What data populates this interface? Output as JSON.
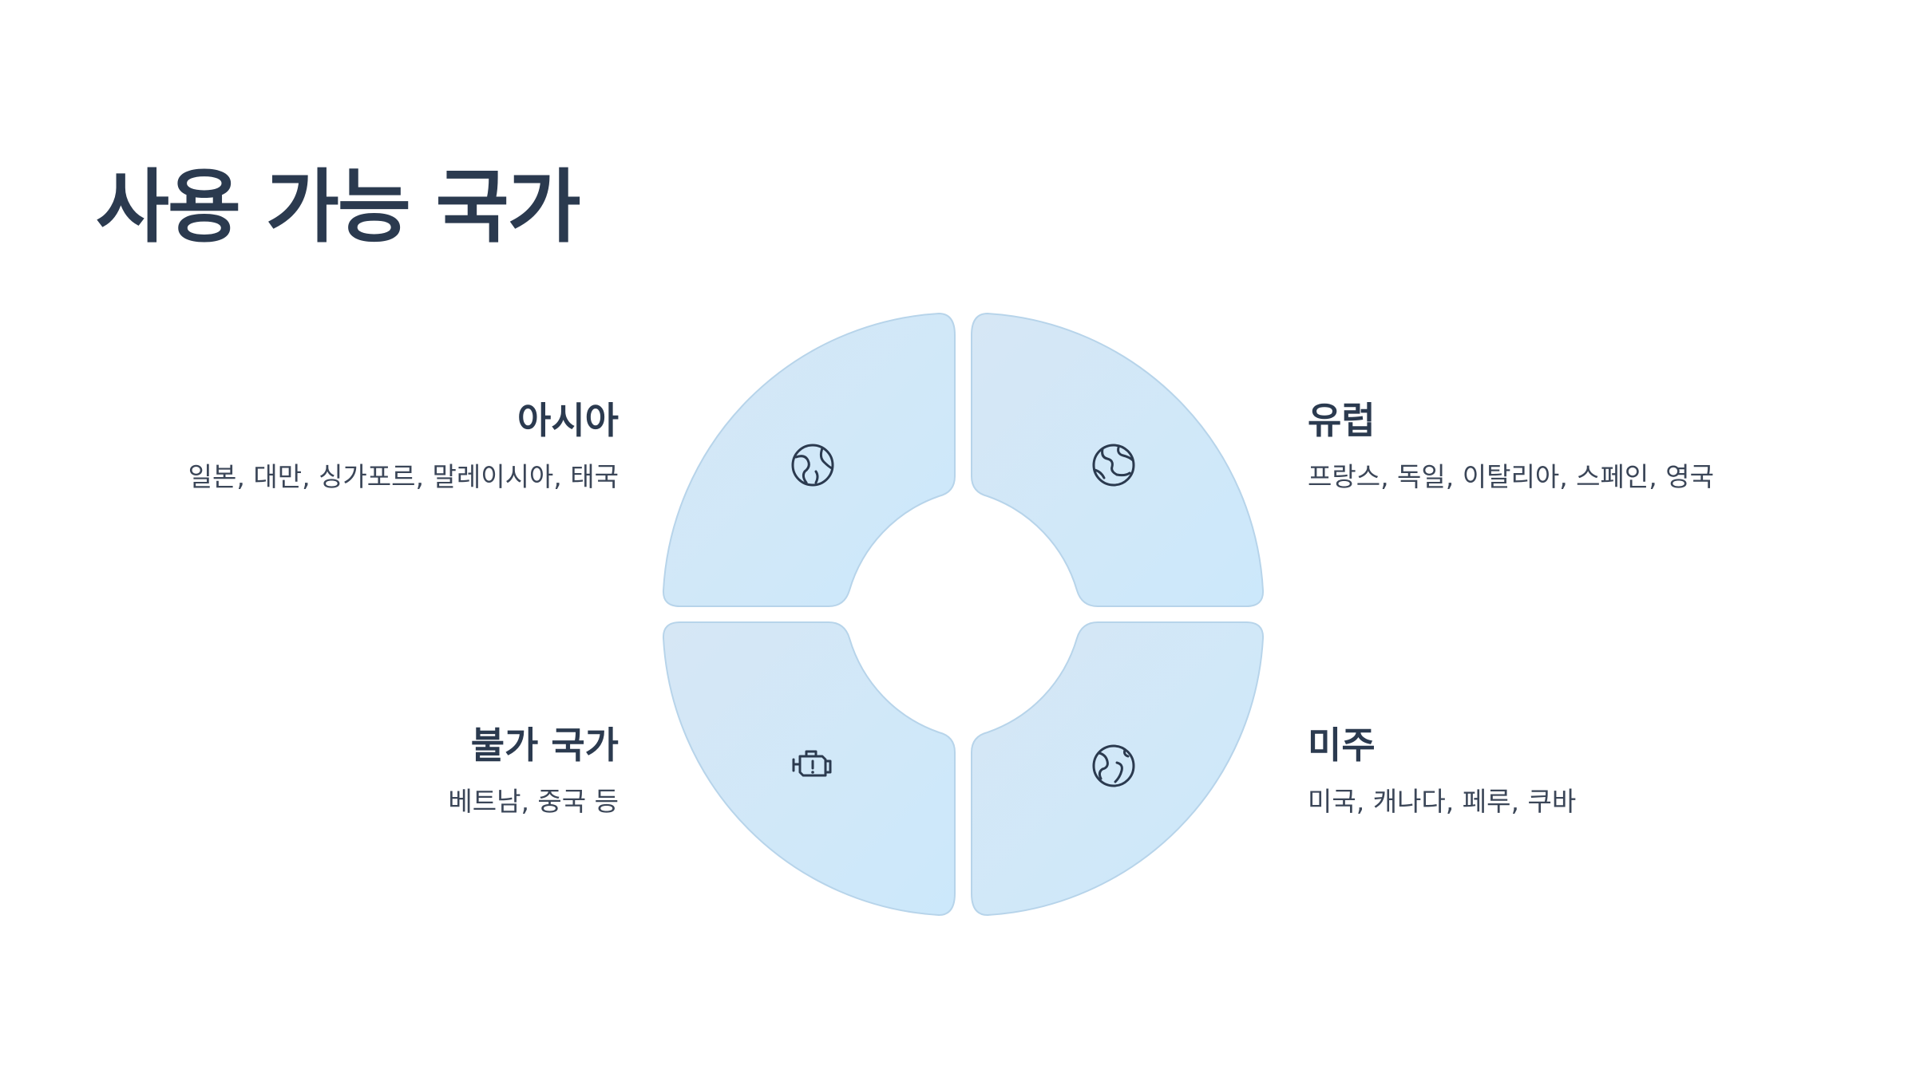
{
  "title": "사용 가능 국가",
  "regions": [
    {
      "title": "아시아",
      "countries": "일본, 대만, 싱가포르, 말레이시아, 태국",
      "icon": "globe-icon"
    },
    {
      "title": "유럽",
      "countries": "프랑스, 독일, 이탈리아, 스페인, 영국",
      "icon": "globe-icon"
    },
    {
      "title": "불가 국가",
      "countries": "베트남, 중국 등",
      "icon": "engine-warning-icon"
    },
    {
      "title": "미주",
      "countries": "미국, 캐나다, 페루, 쿠바",
      "icon": "globe-icon"
    }
  ],
  "colors": {
    "text": "#2b3a4f",
    "quadrant_fill_start": "#d6e7f5",
    "quadrant_fill_end": "#cce8fb",
    "quadrant_stroke": "#b7d4ea"
  }
}
